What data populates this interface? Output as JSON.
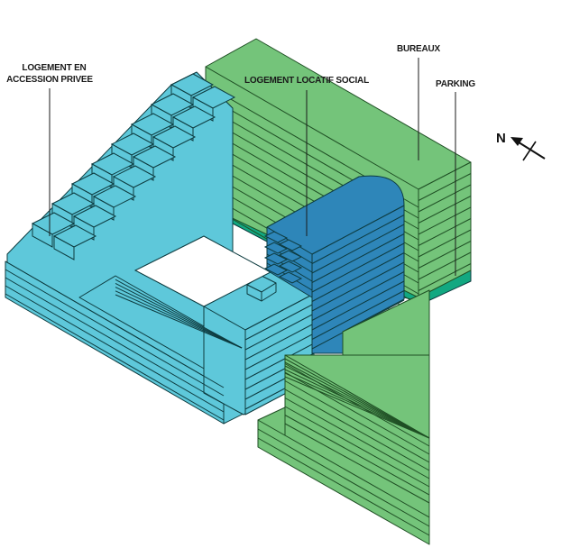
{
  "title": "Isometric programme diagram",
  "labels": {
    "accession_line1": "LOGEMENT EN",
    "accession_line2": "ACCESSION PRIVEE",
    "social": "LOGEMENT LOCATIF SOCIAL",
    "bureaux": "BUREAUX",
    "parking": "PARKING",
    "north": "N"
  },
  "programmes": [
    {
      "id": "accession",
      "name": "LOGEMENT EN ACCESSION PRIVEE",
      "color": "#5ec8da"
    },
    {
      "id": "social",
      "name": "LOGEMENT LOCATIF SOCIAL",
      "color": "#2e86b9"
    },
    {
      "id": "bureaux",
      "name": "BUREAUX",
      "color": "#74c47a"
    },
    {
      "id": "parking",
      "name": "PARKING",
      "color": "#12a881"
    }
  ],
  "colors": {
    "outline": "#0d3b3f",
    "green_outline": "#1f4f24",
    "leader": "#1a1a1a"
  }
}
